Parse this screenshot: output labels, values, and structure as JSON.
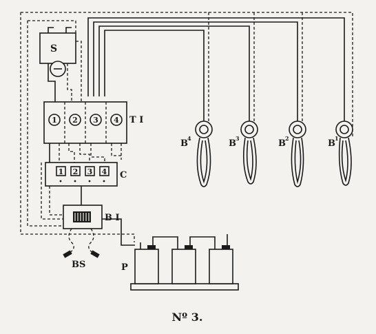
{
  "labels": {
    "switch_s": "S",
    "terminal_block": "T I",
    "terminal_1": "1",
    "terminal_2": "2",
    "terminal_3": "3",
    "terminal_4": "4",
    "commutator": "C",
    "comm_1": "1",
    "comm_2": "2",
    "comm_3": "3",
    "comm_4": "4",
    "bell_indicator": "B I",
    "bell_switch": "BS",
    "battery": "P",
    "lamp_b4": "B",
    "lamp_b4_sup": "4",
    "lamp_b3": "B",
    "lamp_b3_sup": "3",
    "lamp_b2": "B",
    "lamp_b2_sup": "2",
    "lamp_b1": "B",
    "lamp_b1_sup": "1"
  },
  "caption": "Nº 3."
}
